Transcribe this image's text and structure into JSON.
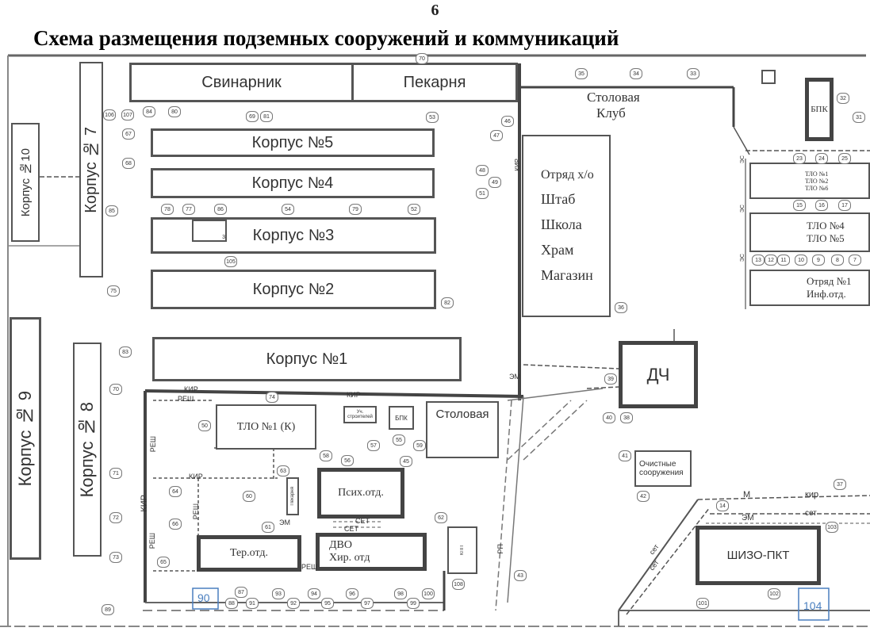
{
  "page_number": "6",
  "title": "Схема размещения подземных сооружений и коммуникаций",
  "buildings": {
    "korpus10": "Корпус №10",
    "korpus7": "Корпус № 7",
    "korpus9": "Корпус № 9",
    "korpus8": "Корпус № 8",
    "svinarnik": "Свинарник",
    "pekarnya": "Пекарня",
    "stolovaya_klub_1": "Столовая",
    "stolovaya_klub_2": "Клуб",
    "korpus5": "Корпус №5",
    "korpus4": "Корпус №4",
    "korpus3": "Корпус №3",
    "korpus2": "Корпус №2",
    "korpus1": "Корпус №1",
    "otryad_lines": [
      "Отряд х/о",
      "Штаб",
      "Школа",
      "Храм",
      "Магазин"
    ],
    "bpk_top": "БПК",
    "tlo_small": [
      "ТЛО №1",
      "ТЛО №2",
      "ТЛО №6"
    ],
    "tlo45": [
      "ТЛО №4",
      "ТЛО №5"
    ],
    "otryad1": [
      "Отряд №1",
      "Инф.отд."
    ],
    "dch": "ДЧ",
    "tlo1k": "ТЛО №1 (К)",
    "uch_stroit": "Уч. строителей",
    "bpk_mid": "БПК",
    "stolovaya_mid": "Столовая",
    "psih": "Псих.отд.",
    "ter": "Тер.отд.",
    "dvo_lines": [
      "ДВО",
      "Хир. отд"
    ],
    "ochistnye_lines": [
      "Очистные",
      "сооружения"
    ],
    "shizo": "ШИЗО-ПКТ",
    "pekarnya_small": "Пекарня",
    "bpk_small": "КПП",
    "k3_mark": "3"
  },
  "line_tags": {
    "kir_top": "КИР",
    "resh_top": "РЕШ",
    "kir_mid": "КИР",
    "kir_left": "КИР",
    "resh_left": "РЕШ",
    "resh_left2": "РЕШ",
    "kir_vert": "КИР",
    "resh_v1": "РЕШ",
    "resh_v2": "РЕШ",
    "em1": "ЭМ",
    "em2": "ЭМ",
    "set1": "СЕТ",
    "set2": "СЕТ",
    "m_right": "М",
    "kir_right": "кир",
    "em_right": "ЭМ",
    "set_right": "сет",
    "set_diag1": "сет",
    "set_diag2": "сет",
    "kir_otr": "КИР",
    "tlo_em": "ЭС",
    "tlo_em2": "ЭС",
    "tlo_em3": "ЭС",
    "rp": "РП"
  },
  "markers": [
    "70",
    "35",
    "34",
    "33",
    "106",
    "107",
    "84",
    "80",
    "69",
    "81",
    "53",
    "46",
    "47",
    "67",
    "68",
    "85",
    "48",
    "49",
    "51",
    "78",
    "77",
    "86",
    "54",
    "79",
    "52",
    "105",
    "75",
    "82",
    "36",
    "83",
    "70",
    "39",
    "40",
    "38",
    "74",
    "50",
    "57",
    "55",
    "59",
    "58",
    "56",
    "45",
    "63",
    "60",
    "64",
    "66",
    "71",
    "72",
    "73",
    "61",
    "62",
    "41",
    "42",
    "43",
    "65",
    "108",
    "87",
    "88",
    "91",
    "93",
    "92",
    "94",
    "95",
    "96",
    "97",
    "98",
    "99",
    "100",
    "89",
    "101",
    "102",
    "103",
    "14",
    "37",
    "32",
    "31",
    "23",
    "24",
    "25",
    "15",
    "16",
    "17",
    "13",
    "12",
    "11",
    "10",
    "9",
    "8",
    "7"
  ],
  "gate_markers": {
    "g90": "90",
    "g104": "104"
  }
}
